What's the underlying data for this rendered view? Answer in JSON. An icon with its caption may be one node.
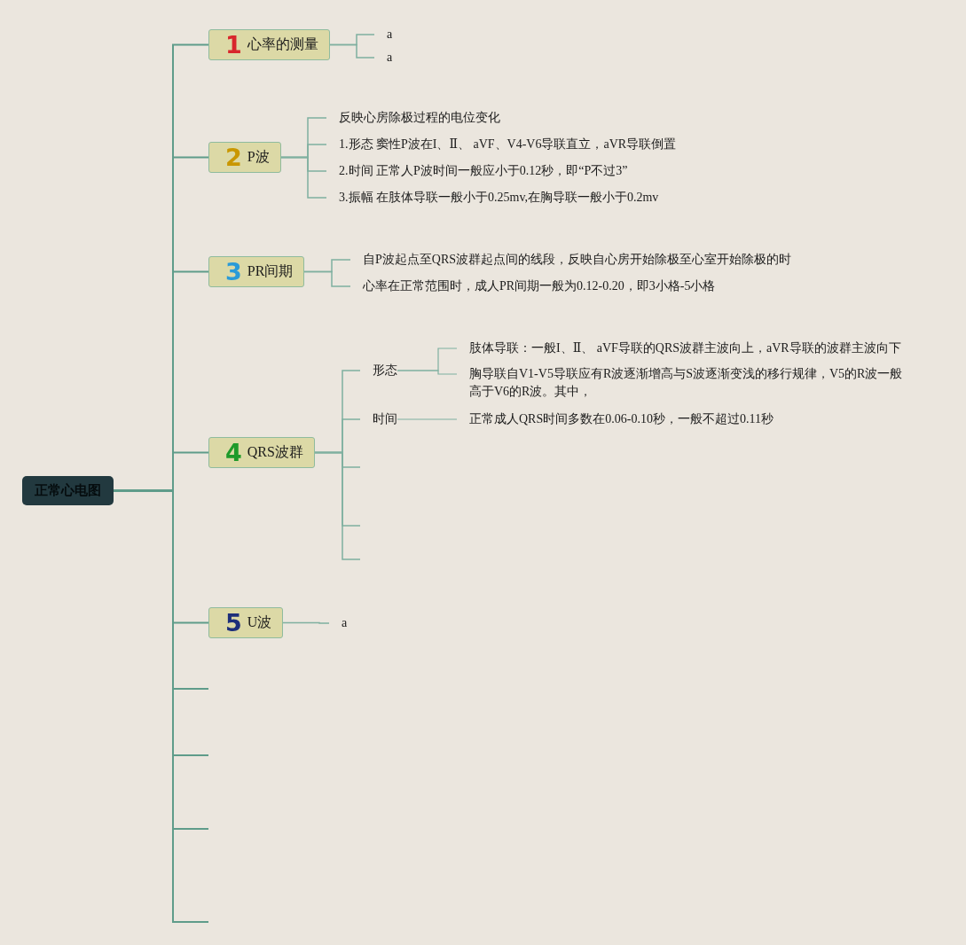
{
  "diagram": {
    "nodes": [
      {
        "text": [
          "正常心电图"
        ]
      },
      {
        "text": [
          "1",
          "心率的测量"
        ]
      },
      {
        "text": [
          "a"
        ]
      },
      {
        "text": [
          "a"
        ]
      },
      {
        "text": [
          "2",
          "P波"
        ]
      },
      {
        "text": [
          "反映心房除极过程的电位变化"
        ]
      },
      {
        "text": [
          "1.形态 窦性P波在I、Ⅱ、 aVF、V4-V6导联直立，aVR导联倒置"
        ]
      },
      {
        "text": [
          "2.时间 正常人P波时间一般应小于0.12秒，即“P不过3”"
        ]
      },
      {
        "text": [
          "3.振幅 在肢体导联一般小于0.25mv,在胸导联一般小于0.2mv"
        ]
      },
      {
        "text": [
          "3",
          "PR间期"
        ]
      },
      {
        "text": [
          "自P波起点至QRS波群起点间的线段，反映自心房开始除极至心室开始除极的时"
        ]
      },
      {
        "text": [
          "心率在正常范围时，成人PR间期一般为0.12-0.20，即3小格-5小格"
        ]
      },
      {
        "text": [
          "4",
          "QRS波群"
        ]
      },
      {
        "text": [
          "形态"
        ]
      },
      {
        "text": [
          "肢体导联：一般I、Ⅱ、 aVF导联的QRS波群主波向上，aVR导联的波群主波向下"
        ]
      },
      {
        "text": [
          "胸导联自V1-V5导联应有R波逐渐增高与S波逐渐变浅的移行规律，V5的R波一般高于V6的R波。其中，"
        ]
      },
      {
        "text": [
          "时间"
        ]
      },
      {
        "text": [
          "正常成人QRS时间多数在0.06-0.10秒，一般不超过0.11秒"
        ]
      },
      {
        "text": [
          "5",
          "U波"
        ]
      },
      {
        "text": [
          "a"
        ]
      }
    ],
    "edges": [
      {
        "from": 0,
        "to": 1,
        "arrow": "none"
      },
      {
        "from": 1,
        "to": 2,
        "arrow": "none"
      },
      {
        "from": 1,
        "to": 3,
        "arrow": "none"
      },
      {
        "from": 0,
        "to": 4,
        "arrow": "none"
      },
      {
        "from": 4,
        "to": 5,
        "arrow": "none"
      },
      {
        "from": 4,
        "to": 6,
        "arrow": "none"
      },
      {
        "from": 4,
        "to": 7,
        "arrow": "none"
      },
      {
        "from": 4,
        "to": 8,
        "arrow": "none"
      },
      {
        "from": 0,
        "to": 9,
        "arrow": "none"
      },
      {
        "from": 9,
        "to": 10,
        "arrow": "none"
      },
      {
        "from": 9,
        "to": 11,
        "arrow": "none"
      },
      {
        "from": 0,
        "to": 12,
        "arrow": "none"
      },
      {
        "from": 12,
        "to": 13,
        "arrow": "none"
      },
      {
        "from": 13,
        "to": 14,
        "arrow": "none"
      },
      {
        "from": 13,
        "to": 15,
        "arrow": "none"
      },
      {
        "from": 12,
        "to": 16,
        "arrow": "none"
      },
      {
        "from": 16,
        "to": 17,
        "arrow": "none"
      },
      {
        "from": 12,
        "to": null,
        "arrow": "none"
      },
      {
        "from": 12,
        "to": null,
        "arrow": "none"
      },
      {
        "from": 12,
        "to": null,
        "arrow": "none"
      },
      {
        "from": 0,
        "to": 18,
        "arrow": "none"
      },
      {
        "from": 18,
        "to": 19,
        "arrow": "none"
      },
      {
        "from": 0,
        "to": null,
        "arrow": "none"
      },
      {
        "from": 0,
        "to": null,
        "arrow": "none"
      },
      {
        "from": 0,
        "to": null,
        "arrow": "none"
      },
      {
        "from": 0,
        "to": null,
        "arrow": "none"
      }
    ]
  }
}
